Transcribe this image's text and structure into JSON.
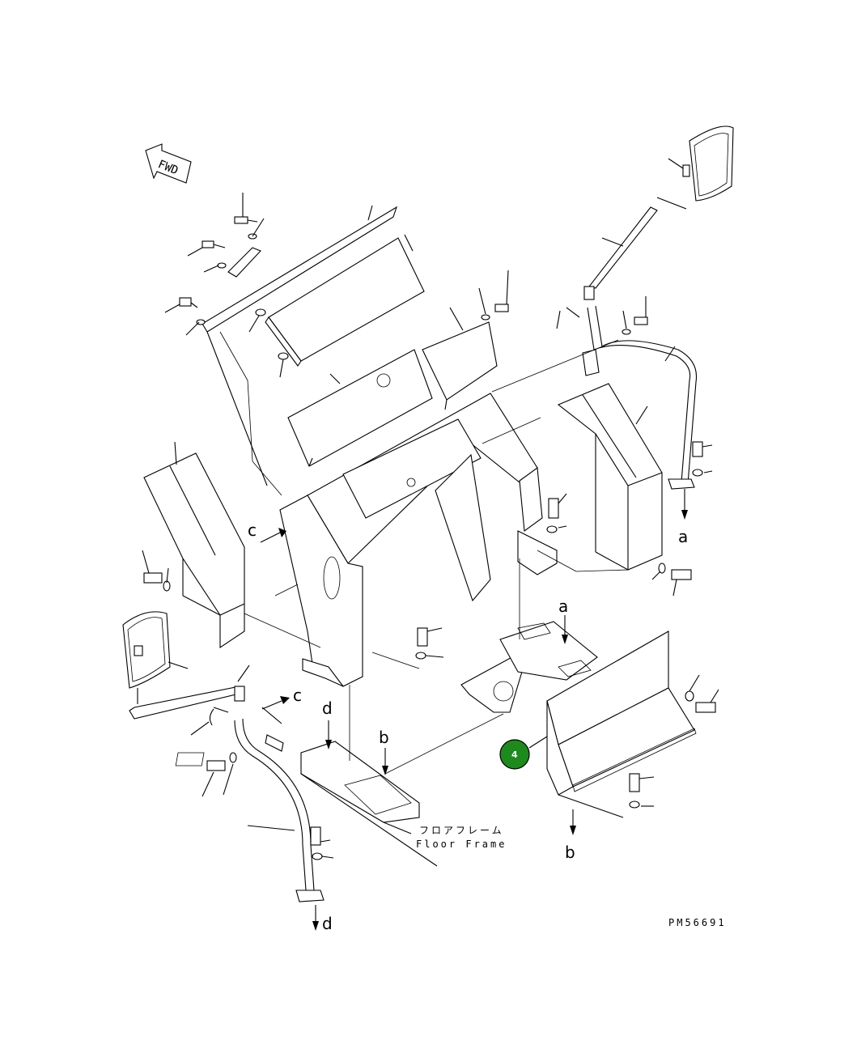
{
  "diagram": {
    "forward_label": "FWD",
    "floor_frame_jp": "フロアフレーム",
    "floor_frame_en": "Floor Frame",
    "drawing_number": "PM56691",
    "ref_a": "a",
    "ref_b": "b",
    "ref_c": "c",
    "ref_d": "d",
    "callout_number": "4",
    "callout_color": "#1e8a1e"
  }
}
